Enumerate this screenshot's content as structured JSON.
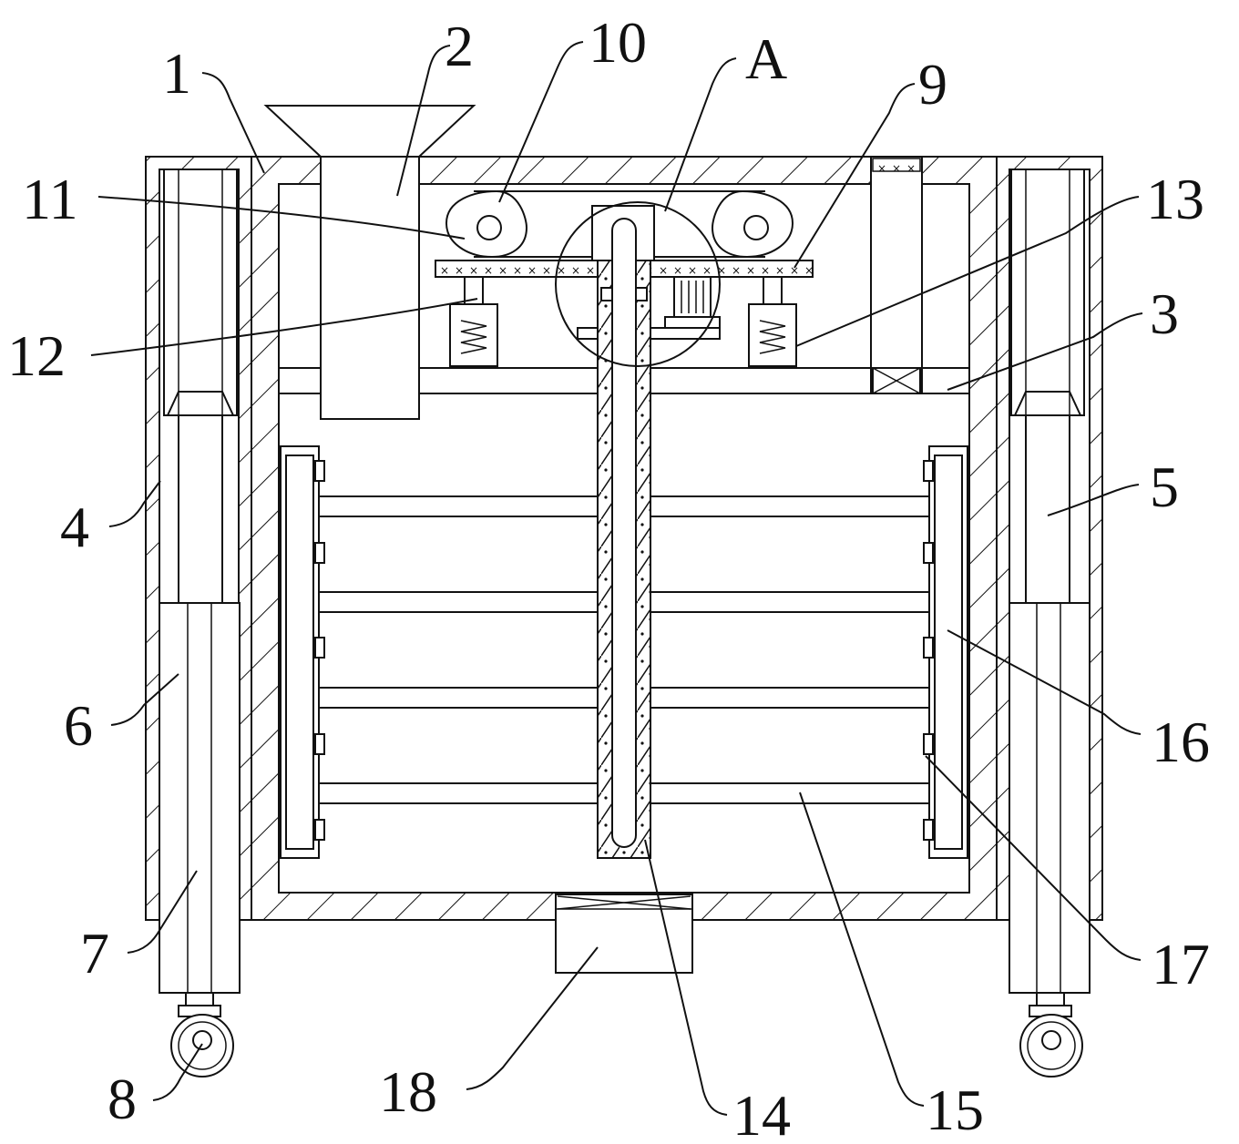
{
  "labels": [
    {
      "id": "1",
      "text": "1"
    },
    {
      "id": "2",
      "text": "2"
    },
    {
      "id": "10",
      "text": "10"
    },
    {
      "id": "A",
      "text": "A"
    },
    {
      "id": "9",
      "text": "9"
    },
    {
      "id": "11",
      "text": "11"
    },
    {
      "id": "13",
      "text": "13"
    },
    {
      "id": "12",
      "text": "12"
    },
    {
      "id": "3",
      "text": "3"
    },
    {
      "id": "4",
      "text": "4"
    },
    {
      "id": "5",
      "text": "5"
    },
    {
      "id": "6",
      "text": "6"
    },
    {
      "id": "16",
      "text": "16"
    },
    {
      "id": "7",
      "text": "7"
    },
    {
      "id": "17",
      "text": "17"
    },
    {
      "id": "8",
      "text": "8"
    },
    {
      "id": "18",
      "text": "18"
    },
    {
      "id": "14",
      "text": "14"
    },
    {
      "id": "15",
      "text": "15"
    }
  ]
}
